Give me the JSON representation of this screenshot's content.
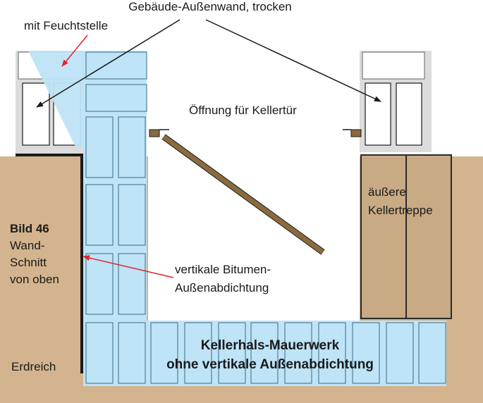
{
  "labels": {
    "top": "Gebäude-Außenwand, trocken",
    "moisture": "mit Feuchtstelle",
    "door_opening": "Öffnung für Kellertür",
    "stairs_line1": "äußere",
    "stairs_line2": "Kellertreppe",
    "figure_title": "Bild 46",
    "figure_line1": "Wand-",
    "figure_line2": "Schnitt",
    "figure_line3": "von oben",
    "bitumen_line1": "vertikale Bitumen-",
    "bitumen_line2": "Außenabdichtung",
    "masonry_line1": "Kellerhals-Mauerwerk",
    "masonry_line2": "ohne vertikale Außenabdichtung",
    "soil": "Erdreich"
  },
  "colors": {
    "soil": "#d4b48e",
    "masonry": "#bfe3f7",
    "block_stroke": "#3b6b85",
    "wall_grey": "#dcdcdc",
    "waterproofing": "#1a1a1a",
    "door": "#8a6a3e",
    "arrow_red": "#e0262b",
    "arrow_black": "#1a1a1a"
  }
}
